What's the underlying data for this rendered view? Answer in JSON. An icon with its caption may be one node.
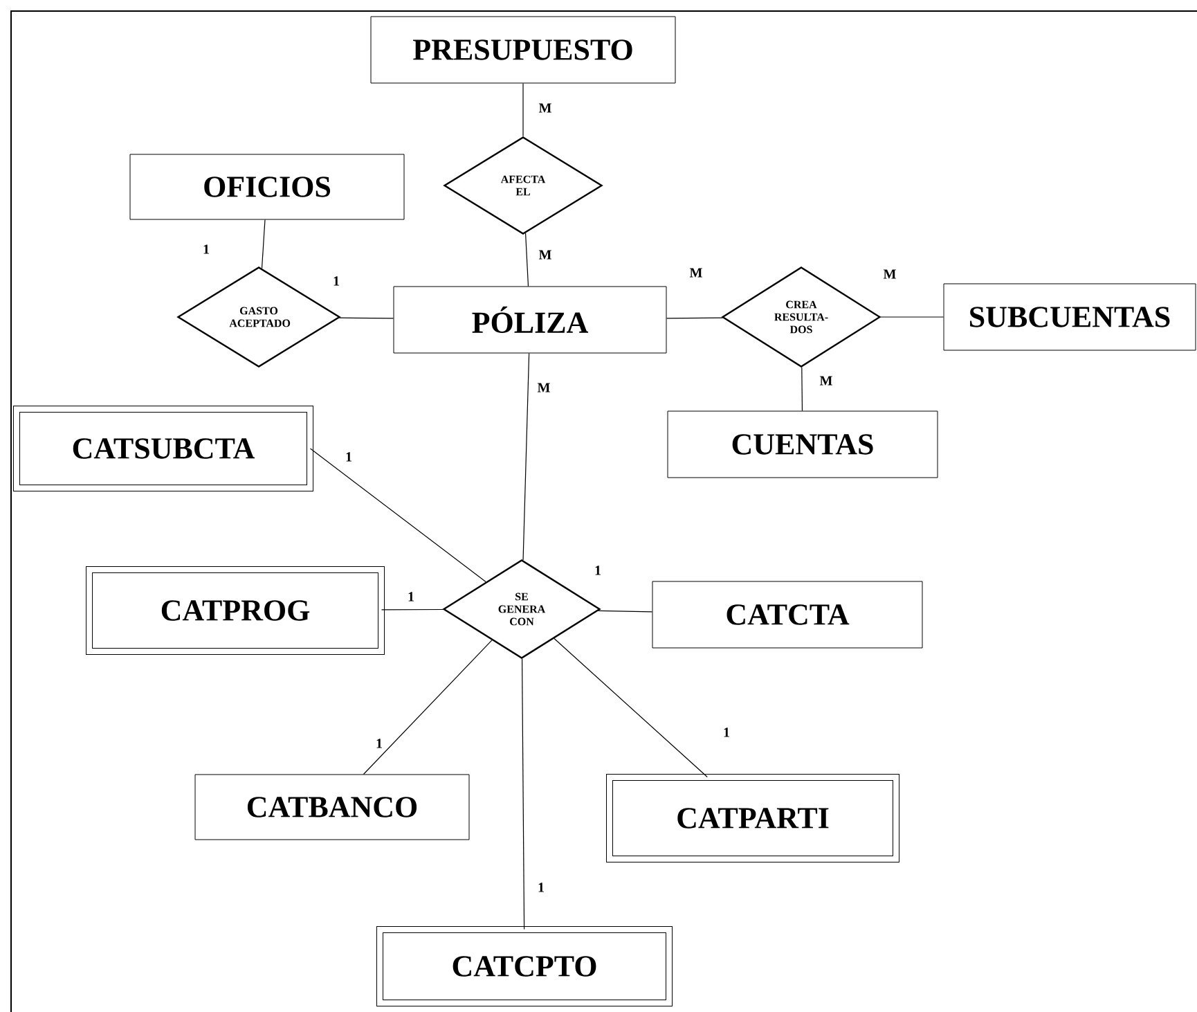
{
  "diagram": {
    "nodes": [
      {
        "text": [
          "PRESUPUESTO"
        ]
      },
      {
        "text": [
          "AFECTA EL"
        ]
      },
      {
        "text": [
          "OFICIOS"
        ]
      },
      {
        "text": [
          "GASTO ACEPTADO"
        ]
      },
      {
        "text": [
          "PÓLIZA"
        ]
      },
      {
        "text": [
          "CREA RESULTA-DOS"
        ]
      },
      {
        "text": [
          "SUBCUENTAS"
        ]
      },
      {
        "text": [
          "CUENTAS"
        ]
      },
      {
        "text": [
          "CATSUBCTA"
        ]
      },
      {
        "text": [
          "CATPROG"
        ]
      },
      {
        "text": [
          "SE GENERA CON"
        ]
      },
      {
        "text": [
          "CATCTA"
        ]
      },
      {
        "text": [
          "CATBANCO"
        ]
      },
      {
        "text": [
          "CATPARTI"
        ]
      },
      {
        "text": [
          "CATCPTO"
        ]
      }
    ],
    "edges": [
      {
        "from": 0,
        "to": 1,
        "arrow": "none",
        "label": "M"
      },
      {
        "from": 1,
        "to": 4,
        "arrow": "none",
        "label": "M"
      },
      {
        "from": 2,
        "to": 3,
        "arrow": "none",
        "label": "1"
      },
      {
        "from": 3,
        "to": 4,
        "arrow": "none",
        "label": "1"
      },
      {
        "from": 4,
        "to": 5,
        "arrow": "none",
        "label": "M"
      },
      {
        "from": 5,
        "to": 6,
        "arrow": "none",
        "label": "M"
      },
      {
        "from": 5,
        "to": 7,
        "arrow": "none",
        "label": "M"
      },
      {
        "from": 4,
        "to": 10,
        "arrow": "none",
        "label": "M"
      },
      {
        "from": 8,
        "to": 10,
        "arrow": "none",
        "label": "1"
      },
      {
        "from": 9,
        "to": 10,
        "arrow": "none",
        "label": "1"
      },
      {
        "from": 10,
        "to": 11,
        "arrow": "none",
        "label": "1"
      },
      {
        "from": 10,
        "to": 12,
        "arrow": "none",
        "label": "1"
      },
      {
        "from": 10,
        "to": 13,
        "arrow": "none",
        "label": "1"
      },
      {
        "from": 10,
        "to": 14,
        "arrow": "none",
        "label": "1"
      }
    ]
  }
}
